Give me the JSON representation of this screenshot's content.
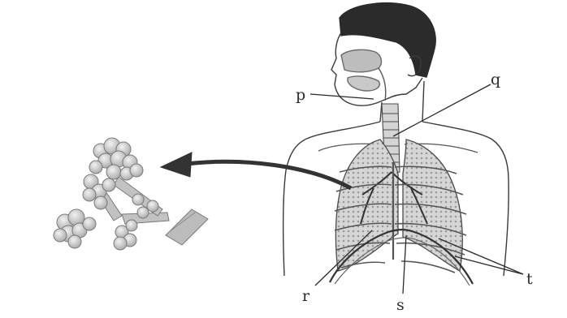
{
  "labels": {
    "p": "p",
    "q": "q",
    "r": "r",
    "s": "s",
    "t": "t"
  },
  "colors": {
    "ink": "#3a3a3a",
    "hair": "#2b2b2b",
    "lung": "#cfcfcf",
    "alveoli": "#c4c4c4"
  }
}
